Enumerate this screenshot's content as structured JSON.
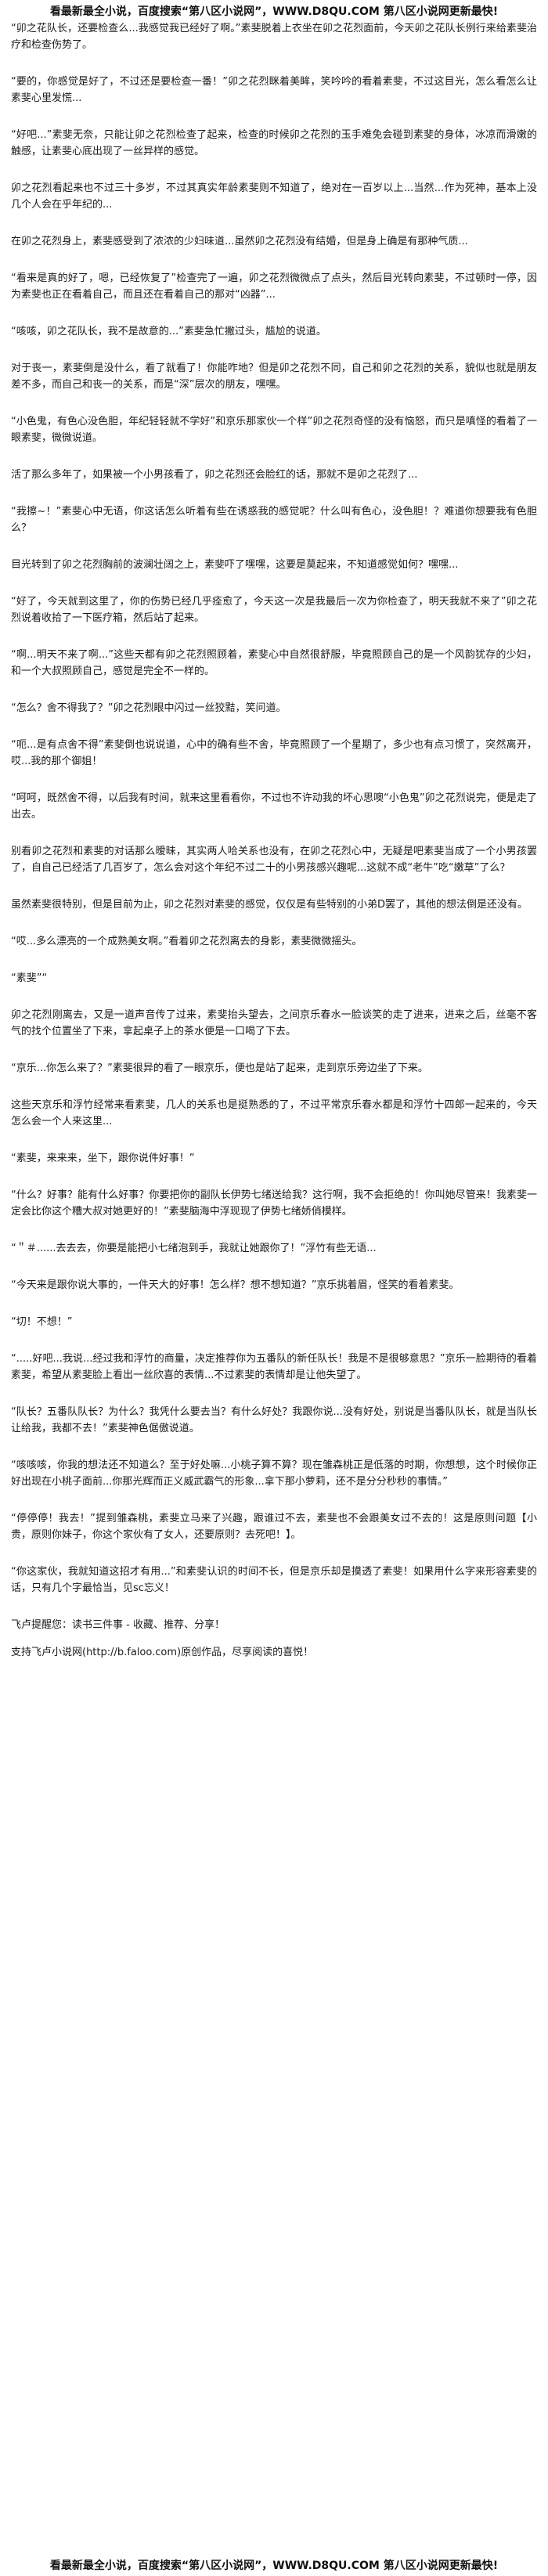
{
  "header": {
    "banner": "看最新最全小说，百度搜索“第八区小说网”，WWW.D8QU.COM 第八区小说网更新最快!"
  },
  "paragraphs": [
    "“卯之花队长，还要检查么...我感觉我已经好了啊。”素斐脱着上衣坐在卯之花烈面前，今天卯之花队长例行来给素斐治疗和检查伤势了。",
    "“要的，你感觉是好了，不过还是要检查一番！”卯之花烈眯着美眸，笑吟吟的看着素斐，不过这目光，怎么看怎么让素斐心里发慌...",
    "“好吧...”素斐无奈，只能让卯之花烈检查了起来，检查的时候卯之花烈的玉手难免会碰到素斐的身体，冰凉而滑嫩的触感，让素斐心底出现了一丝异样的感觉。",
    "卯之花烈看起来也不过三十多岁，不过其真实年龄素斐则不知道了，绝对在一百岁以上...当然...作为死神，基本上没几个人会在乎年纪的...",
    "在卯之花烈身上，素斐感受到了浓浓的少妇味道...虽然卯之花烈没有结婚，但是身上确是有那种气质...",
    "“看来是真的好了，嗯，已经恢复了”检查完了一遍，卯之花烈微微点了点头，然后目光转向素斐，不过顿时一停，因为素斐也正在看着自己，而且还在看着自己的那对“凶器”...",
    "“咳咳，卯之花队长，我不是故意的...”素斐急忙撇过头，尴尬的说道。",
    "对于丧一，素斐倒是没什么，看了就看了！你能咋地？但是卯之花烈不同，自己和卯之花烈的关系，貌似也就是朋友差不多，而自己和丧一的关系，而是“深”层次的朋友，嘿嘿。",
    "“小色鬼，有色心没色胆，年纪轻轻就不学好”和京乐那家伙一个样”卯之花烈奇怪的没有恼怒，而只是嗔怪的看着了一眼素斐，微微说道。",
    "活了那么多年了，如果被一个小男孩看了，卯之花烈还会脸红的话，那就不是卯之花烈了...",
    "“我擦~！”素斐心中无语，你这话怎么听着有些在诱惑我的感觉呢？什么叫有色心，没色胆！？难道你想要我有色胆么？",
    "目光转到了卯之花烈胸前的波澜壮阔之上，素斐吓了嘿嘿，这要是莫起来，不知道感觉如何？嘿嘿...",
    "“好了，今天就到这里了，你的伤势已经几乎痊愈了，今天这一次是我最后一次为你检查了，明天我就不来了”卯之花烈说着收拾了一下医疗箱，然后站了起来。",
    "“啊...明天不来了啊...”这些天都有卯之花烈照顾着，素斐心中自然很舒服，毕竟照顾自己的是一个风韵犹存的少妇，和一个大叔照顾自己，感觉是完全不一样的。",
    "“怎么？舍不得我了？”卯之花烈眼中闪过一丝狡黠，笑问道。",
    "“呃...是有点舍不得”素斐倒也说说道，心中的确有些不舍，毕竟照顾了一个星期了，多少也有点习惯了，突然离开，哎...我的那个御姐！",
    "“呵呵，既然舍不得，以后我有时间，就来这里看看你，不过也不许动我的坏心思噢“小色鬼”卯之花烈说完，便是走了出去。",
    "别看卯之花烈和素斐的对话那么暧昧，其实两人哈关系也没有，在卯之花烈心中，无疑是吧素斐当成了一个小男孩罢了，自自己已经活了几百岁了，怎么会对这个年纪不过二十的小男孩感兴趣呢...这就不成“老牛”吃“嫩草”了么？",
    "虽然素斐很特别，但是目前为止，卯之花烈对素斐的感觉，仅仅是有些特别的小弟D罢了，其他的想法倒是还没有。",
    "“哎...多么漂亮的一个成熟美女啊。”看着卯之花烈离去的身影，素斐微微摇头。",
    "“素斐”“",
    "卯之花烈刚离去，又是一道声音传了过来，素斐抬头望去，之间京乐春水一脸谈笑的走了进来，进来之后，丝毫不客气的找个位置坐了下来，拿起桌子上的茶水便是一口喝了下去。",
    "“京乐...你怎么来了？”素斐很异的看了一眼京乐，便也是站了起来，走到京乐旁边坐了下来。",
    "这些天京乐和浮竹经常来看素斐，几人的关系也是挺熟悉的了，不过平常京乐春水都是和浮竹十四郎一起来的，今天怎么会一个人来这里...",
    "“素斐，来来来，坐下，跟你说件好事！”",
    "“什么？好事？能有什么好事？你要把你的副队长伊势七绪送给我？这行啊，我不会拒绝的！你叫她尽管来！我素斐一定会比你这个糟大叔对她更好的！”素斐脑海中浮现现了伊势七绪娇俏模样。",
    "“＂＃......去去去，你要是能把小七绪泡到手，我就让她跟你了！”浮竹有些无语...",
    "“今天来是跟你说大事的，一件天大的好事！怎么样？想不想知道？”京乐挑着眉，怪笑的看着素斐。",
    "“切！不想！”",
    "“.....好吧...我说...经过我和浮竹的商量，决定推荐你为五番队的新任队长！我是不是很够意思？”京乐一脸期待的看着素斐，希望从素斐脸上看出一丝欣喜的表情...不过素斐的表情却是让他失望了。",
    "“队长？五番队队长？为什么？我凭什么要去当？有什么好处？我跟你说...没有好处，别说是当番队队长，就是当队长让给我，我都不去！”素斐神色倨傲说道。",
    "“咳咳咳，你我的想法还不知道么？至于好处嘛...小桃子算不算？现在雏森桃正是低落的时期，你想想，这个时候你正好出现在小桃子面前...你那光辉而正义威武霸气的形象...拿下那小萝莉，还不是分分秒秒的事情。”",
    "“停停停！我去！”提到雏森桃，素斐立马来了兴趣，跟谁过不去，素斐也不会跟美女过不去的！这是原则问题【小贵，原则你妹子，你这个家伙有了女人，还要原则？去死吧！】。",
    "“你这家伙，我就知道这招才有用...”和素斐认识的时间不长，但是京乐却是摸透了素斐！如果用什么字来形容素斐的话，只有几个字最恰当，见sc忘义！",
    "飞卢提醒您：读书三件事 - 收藏、推荐、分享！",
    "支持飞卢小说网(http://b.faloo.com)原创作品，尽享阅读的喜悦！"
  ],
  "footer": {
    "banner": "看最新最全小说，百度搜索“第八区小说网”，WWW.D8QU.COM 第八区小说网更新最快!"
  }
}
